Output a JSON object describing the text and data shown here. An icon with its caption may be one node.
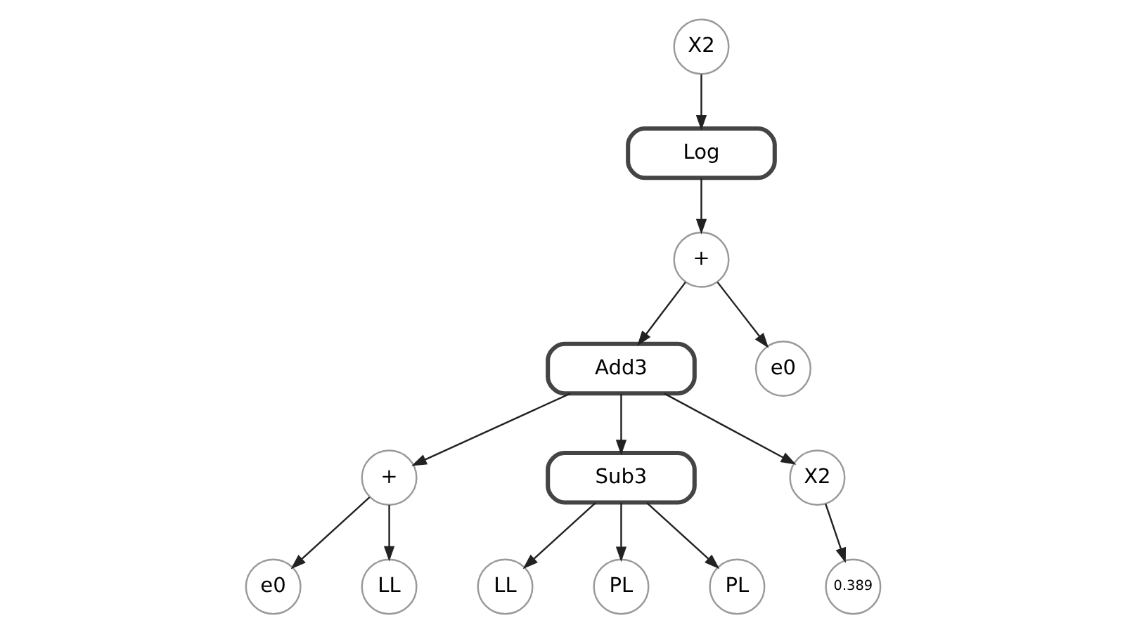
{
  "diagram": {
    "nodes": [
      {
        "text": [
          "X2"
        ]
      },
      {
        "text": [
          "Log"
        ]
      },
      {
        "text": [
          "+"
        ]
      },
      {
        "text": [
          "Add3"
        ]
      },
      {
        "text": [
          "e0"
        ]
      },
      {
        "text": [
          "+"
        ]
      },
      {
        "text": [
          "Sub3"
        ]
      },
      {
        "text": [
          "X2"
        ]
      },
      {
        "text": [
          "e0"
        ]
      },
      {
        "text": [
          "LL"
        ]
      },
      {
        "text": [
          "LL"
        ]
      },
      {
        "text": [
          "PL"
        ]
      },
      {
        "text": [
          "PL"
        ]
      },
      {
        "text": [
          "0.389"
        ]
      }
    ],
    "edges": [
      {
        "from": 0,
        "to": 1,
        "arrow": "to"
      },
      {
        "from": 1,
        "to": 2,
        "arrow": "to"
      },
      {
        "from": 2,
        "to": 3,
        "arrow": "to"
      },
      {
        "from": 2,
        "to": 4,
        "arrow": "to"
      },
      {
        "from": 3,
        "to": 5,
        "arrow": "to"
      },
      {
        "from": 3,
        "to": 6,
        "arrow": "to"
      },
      {
        "from": 3,
        "to": 7,
        "arrow": "to"
      },
      {
        "from": 5,
        "to": 8,
        "arrow": "to"
      },
      {
        "from": 5,
        "to": 9,
        "arrow": "to"
      },
      {
        "from": 6,
        "to": 10,
        "arrow": "to"
      },
      {
        "from": 6,
        "to": 11,
        "arrow": "to"
      },
      {
        "from": 6,
        "to": 12,
        "arrow": "to"
      },
      {
        "from": 7,
        "to": 13,
        "arrow": "to"
      }
    ]
  }
}
